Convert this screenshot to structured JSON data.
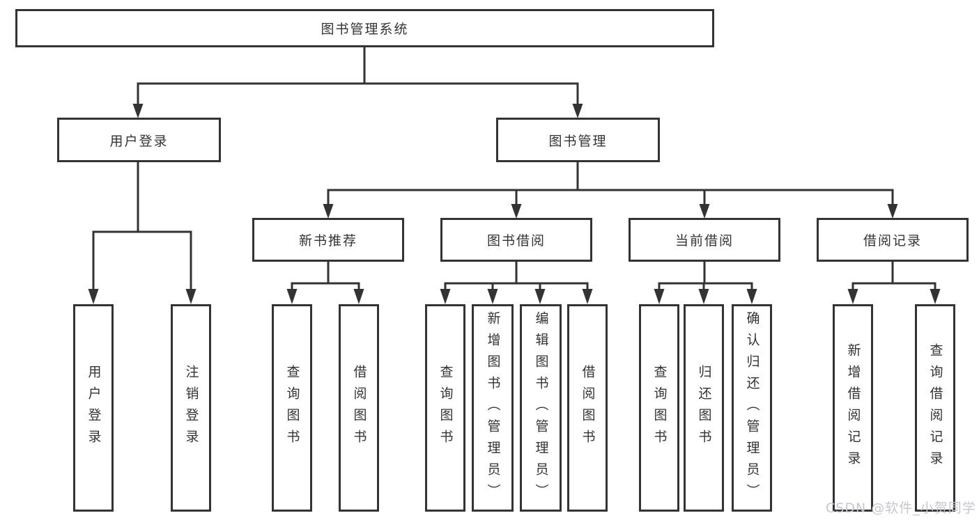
{
  "diagram": {
    "root": "图书管理系统",
    "branches": [
      {
        "label": "用户登录",
        "children": [
          {
            "label": "用户登录"
          },
          {
            "label": "注销登录"
          }
        ]
      },
      {
        "label": "图书管理",
        "children": [
          {
            "label": "新书推荐",
            "children": [
              {
                "label": "查询图书"
              },
              {
                "label": "借阅图书"
              }
            ]
          },
          {
            "label": "图书借阅",
            "children": [
              {
                "label": "查询图书"
              },
              {
                "label": "新增图书（管理员）"
              },
              {
                "label": "编辑图书（管理员）"
              },
              {
                "label": "借阅图书"
              }
            ]
          },
          {
            "label": "当前借阅",
            "children": [
              {
                "label": "查询图书"
              },
              {
                "label": "归还图书"
              },
              {
                "label": "确认归还（管理员）"
              }
            ]
          },
          {
            "label": "借阅记录",
            "children": [
              {
                "label": "新增借阅记录"
              },
              {
                "label": "查询借阅记录"
              }
            ]
          }
        ]
      }
    ]
  },
  "watermark": "CSDN @软件_小贺同学",
  "colors": {
    "line": "#333333",
    "box_border": "#333333",
    "box_fill": "#ffffff",
    "text": "#333333",
    "watermark": "#c6c6d0",
    "background": "#ffffff"
  }
}
